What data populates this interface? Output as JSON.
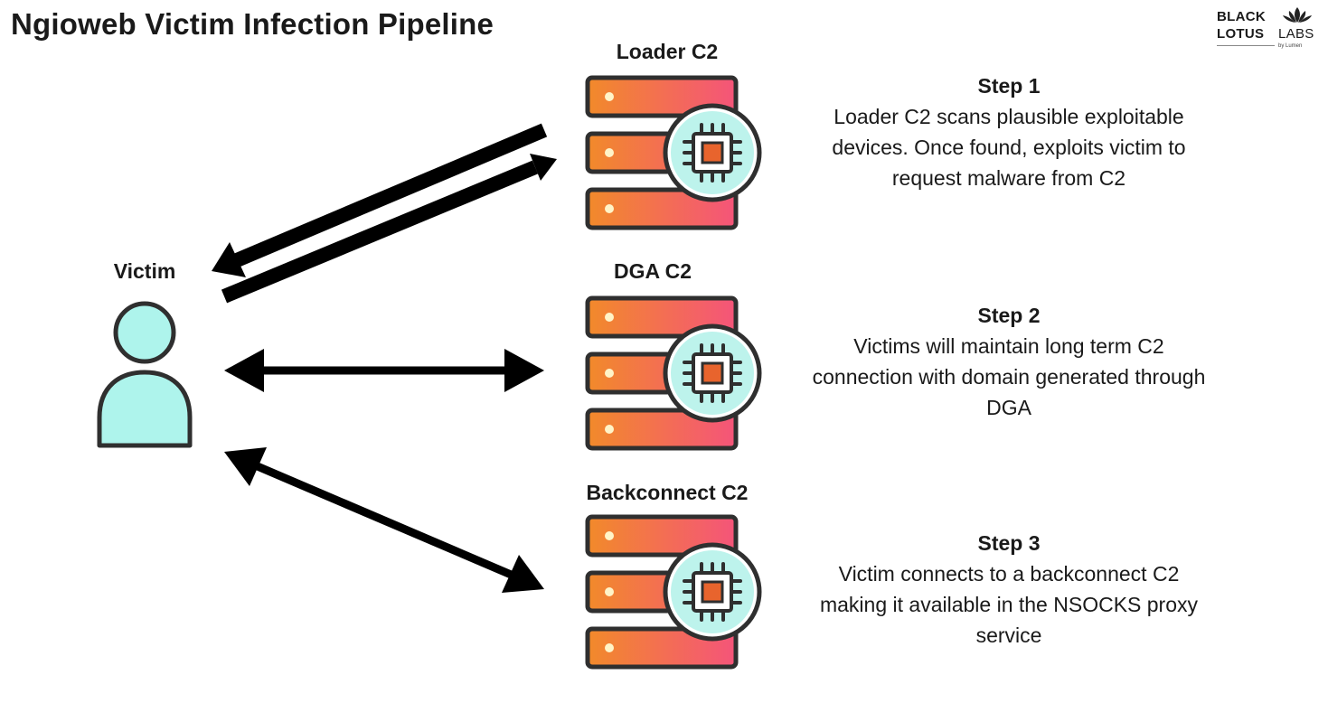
{
  "title": "Ngioweb Victim Infection Pipeline",
  "logo": {
    "line1": "BLACK",
    "line2_bold": "LOTUS",
    "line2_light": "LABS",
    "tagline": "by Lumen"
  },
  "victim": {
    "label": "Victim"
  },
  "servers": [
    {
      "label": "Loader C2"
    },
    {
      "label": "DGA C2"
    },
    {
      "label": "Backconnect C2"
    }
  ],
  "steps": [
    {
      "heading": "Step 1",
      "text": "Loader C2 scans plausible exploitable devices. Once found, exploits victim to request malware from C2"
    },
    {
      "heading": "Step 2",
      "text": "Victims will maintain long term C2 connection with domain generated through DGA"
    },
    {
      "heading": "Step 3",
      "text": "Victim connects to a backconnect C2 making it available in the NSOCKS proxy service"
    }
  ],
  "colors": {
    "server_gradient_start": "#f28a2a",
    "server_gradient_end": "#f4547a",
    "victim_fill": "#aef4ec",
    "outline": "#2f2f2f",
    "chip_ring": "#bdf3ec",
    "chip_core": "#e8642d"
  }
}
